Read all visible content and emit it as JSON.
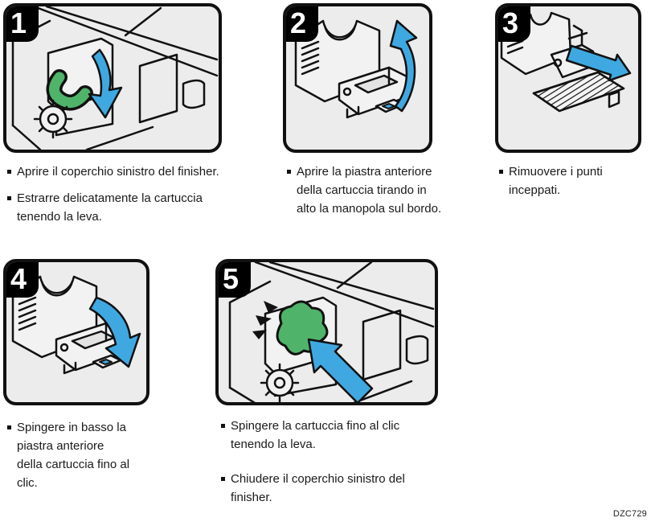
{
  "figure": {
    "code": "DZC729"
  },
  "colors": {
    "panel_bg": "#ececec",
    "line": "#111111",
    "accent_green": "#4FB46A",
    "accent_blue": "#3FA8E0",
    "tab_bg": "#000000",
    "tab_text": "#ffffff"
  },
  "steps": [
    {
      "number": "1",
      "illustration": "open-finisher-cover-pull-cartridge",
      "instructions": [
        "Aprire il coperchio sinistro del finisher.",
        "Estrarre delicatamente la cartuccia tenendo la leva."
      ]
    },
    {
      "number": "2",
      "illustration": "open-cartridge-face-plate",
      "instructions": [
        "Aprire la piastra anteriore della cartuccia tirando in alto la manopola sul bordo."
      ]
    },
    {
      "number": "3",
      "illustration": "remove-jammed-staples",
      "instructions": [
        "Rimuovere i punti inceppati."
      ]
    },
    {
      "number": "4",
      "illustration": "close-cartridge-face-plate",
      "instructions": [
        "Spingere in basso la piastra anteriore della cartuccia fino al clic."
      ]
    },
    {
      "number": "5",
      "illustration": "push-cartridge-until-click",
      "instructions": [
        "Spingere la cartuccia fino al clic tenendo la leva.",
        "Chiudere il coperchio sinistro del finisher."
      ]
    }
  ]
}
